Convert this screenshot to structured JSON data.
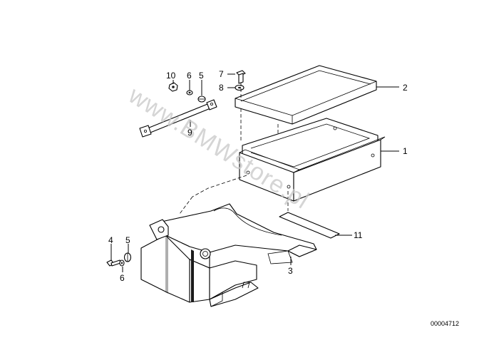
{
  "diagram": {
    "watermark": "www.BMWstore.pl",
    "document_number": "00004712",
    "part_labels": {
      "p1": "1",
      "p2": "2",
      "p3": "3",
      "p4": "4",
      "p5_top": "5",
      "p5_bottom": "5",
      "p6_top": "6",
      "p6_bottom": "6",
      "p7": "7",
      "p8": "8",
      "p9": "9",
      "p10": "10",
      "p11": "11"
    }
  }
}
